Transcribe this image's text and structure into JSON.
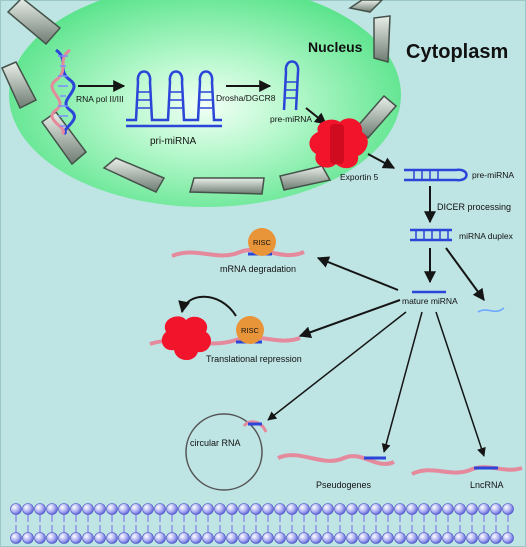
{
  "labels": {
    "nucleus": "Nucleus",
    "cytoplasm": "Cytoplasm",
    "rna_pol": "RNA pol II/III",
    "drosha": "Drosha/DGCR8",
    "pri_mirna": "pri-miRNA",
    "pre_mirna_nuclear": "pre-miRNA",
    "exportin": "Exportin 5",
    "pre_mirna_cyto": "pre-miRNA",
    "dicer": "DICER processing",
    "duplex": "miRNA duplex",
    "mature": "mature miRNA",
    "mrna_degradation": "mRNA degradation",
    "translational_repression": "Translational repression",
    "risc_top": "RISC",
    "risc_bottom": "RISC",
    "circular_rna": "circular RNA",
    "pseudogenes": "Pseudogenes",
    "lncrna": "LncRNA"
  },
  "colors": {
    "background": "#bfe4e4",
    "nucleus_fill": "#7ff0a6",
    "nucleus_core": "#e9fff0",
    "envelope": "#4f5f57",
    "rna_blue": "#2b45d8",
    "rna_pink": "#e48a9c",
    "ribosome_red": "#f2142b",
    "risc_orange": "#e8953a",
    "membrane_blue": "#9b9fee"
  }
}
